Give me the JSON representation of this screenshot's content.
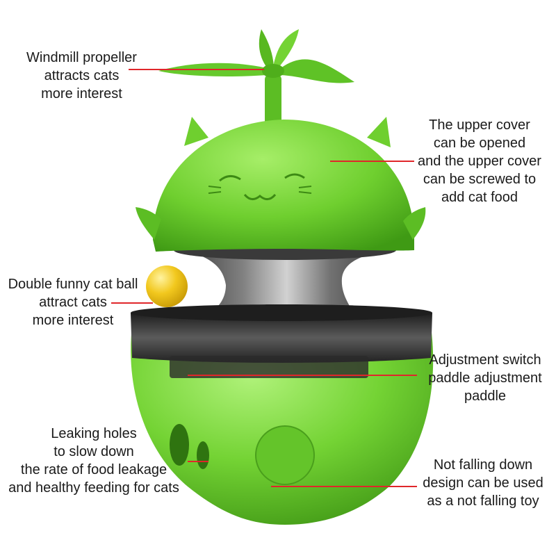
{
  "colors": {
    "toy_green": "#6fcf2f",
    "toy_green_dark": "#3f9a14",
    "ball_yellow": "#f2c81e",
    "callout_red": "#e0262a",
    "smoke_gray": "#3a3a3a"
  },
  "callouts": {
    "windmill": [
      "Windmill propeller",
      "attracts cats",
      "more interest"
    ],
    "upper_cover": [
      "The upper cover",
      "can be opened",
      "and the upper cover",
      "can be screwed to",
      "add cat food"
    ],
    "cat_ball": [
      "Double funny cat ball",
      "attract cats",
      "more interest"
    ],
    "adjust_switch": [
      "Adjustment switch",
      "paddle adjustment",
      "paddle"
    ],
    "leaking_holes": [
      "Leaking holes",
      "to slow down",
      "the rate of food leakage",
      "and healthy feeding for cats"
    ],
    "not_falling": [
      "Not falling down",
      "design can be used",
      "as a not falling toy"
    ]
  }
}
